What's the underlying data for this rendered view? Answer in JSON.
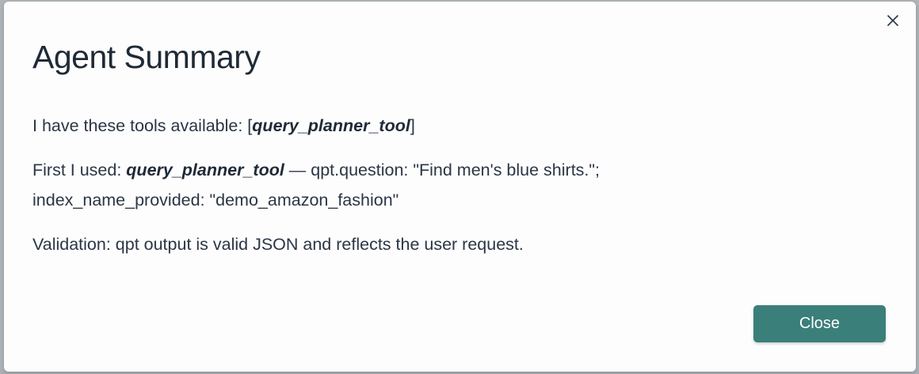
{
  "modal": {
    "title": "Agent Summary",
    "close_icon": "close-icon",
    "paragraphs": {
      "tools": {
        "prefix": "I have these tools available: [",
        "tool": "query_planner_tool",
        "suffix": "]"
      },
      "first_used": {
        "prefix": "First I used: ",
        "tool": "query_planner_tool",
        "line1_suffix": " — qpt.question: \"Find men's blue shirts.\";",
        "line2": "index_name_provided: \"demo_amazon_fashion\""
      },
      "validation": {
        "text": "Validation: qpt output is valid JSON and reflects the user request."
      }
    },
    "footer": {
      "close_label": "Close"
    }
  },
  "colors": {
    "primary_button": "#3b7f7a",
    "title_text": "#1f2a36",
    "body_text": "#2b3644",
    "backdrop": "#aeb4b8"
  }
}
